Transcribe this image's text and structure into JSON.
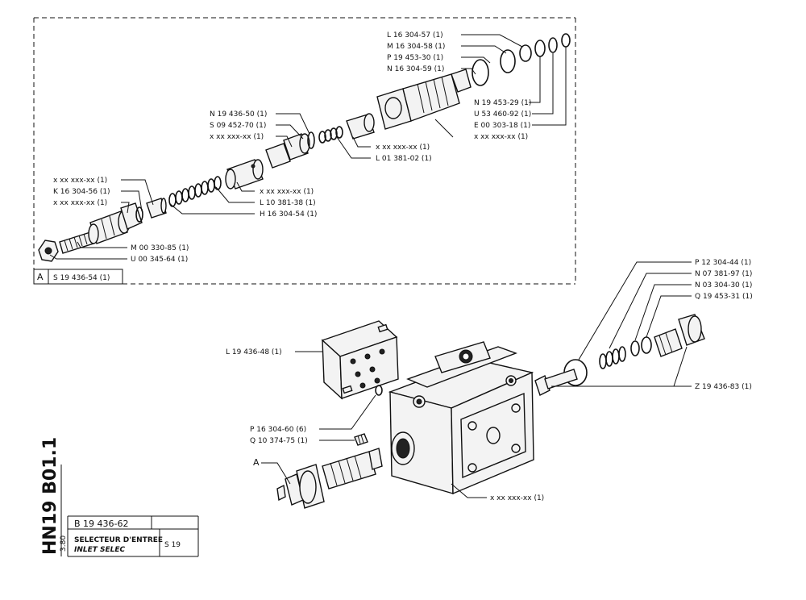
{
  "inset": {
    "marker": "A",
    "ref": "S 19 436-54 (1)",
    "labels": [
      "L 16 304-57 (1)",
      "M 16 304-58 (1)",
      "P 19 453-30 (1)",
      "N 16 304-59 (1)",
      "N 19 453-29 (1)",
      "U 53 460-92 (1)",
      "E 00 303-18 (1)",
      "x xx xxx-xx (1)",
      "N 19 436-50 (1)",
      "S 09 452-70 (1)",
      "x xx xxx-xx (1)",
      "x xx xxx-xx (1)",
      "L 01 381-02 (1)",
      "x xx xxx-xx (1)",
      "K 16 304-56 (1)",
      "x xx xxx-xx (1)",
      "x xx xxx-xx (1)",
      "L 10 381-38 (1)",
      "H 16 304-54 (1)",
      "M 00 330-85 (1)",
      "U 00 345-64 (1)"
    ]
  },
  "main": {
    "labels": [
      "P 12 304-44 (1)",
      "N 07 381-97 (1)",
      "N 03 304-30 (1)",
      "Q 19 453-31 (1)",
      "Z 19 436-83 (1)",
      "L 19 436-48 (1)",
      "P 16 304-60 (6)",
      "Q 10 374-75 (1)",
      "x xx xxx-xx (1)"
    ],
    "callout_a": "A"
  },
  "title_block": {
    "side_code": "HN19 B01.1",
    "date": "3.80",
    "ref": "B 19 436-62",
    "title_fr": "SELECTEUR D'ENTREE",
    "title_en": "INLET SELEC",
    "model": "S 19"
  }
}
